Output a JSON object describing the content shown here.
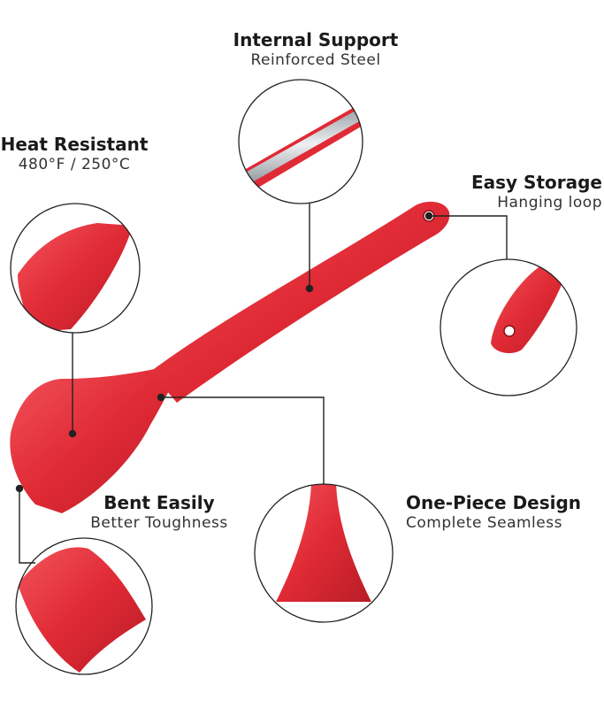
{
  "colors": {
    "silicone": "#e02a35",
    "silicone_dark": "#b81d28",
    "silicone_light": "#f2545c",
    "steel": "#c9cdd2",
    "line": "#222222",
    "text": "#1a1a1a"
  },
  "callouts": [
    {
      "title": "Internal Support",
      "subtitle": "Reinforced Steel"
    },
    {
      "title": "Heat Resistant",
      "subtitle": "480°F / 250°C"
    },
    {
      "title": "Easy Storage",
      "subtitle": "Hanging loop"
    },
    {
      "title": "Bent Easily",
      "subtitle": "Better Toughness"
    },
    {
      "title": "One-Piece Design",
      "subtitle": "Complete Seamless"
    }
  ]
}
